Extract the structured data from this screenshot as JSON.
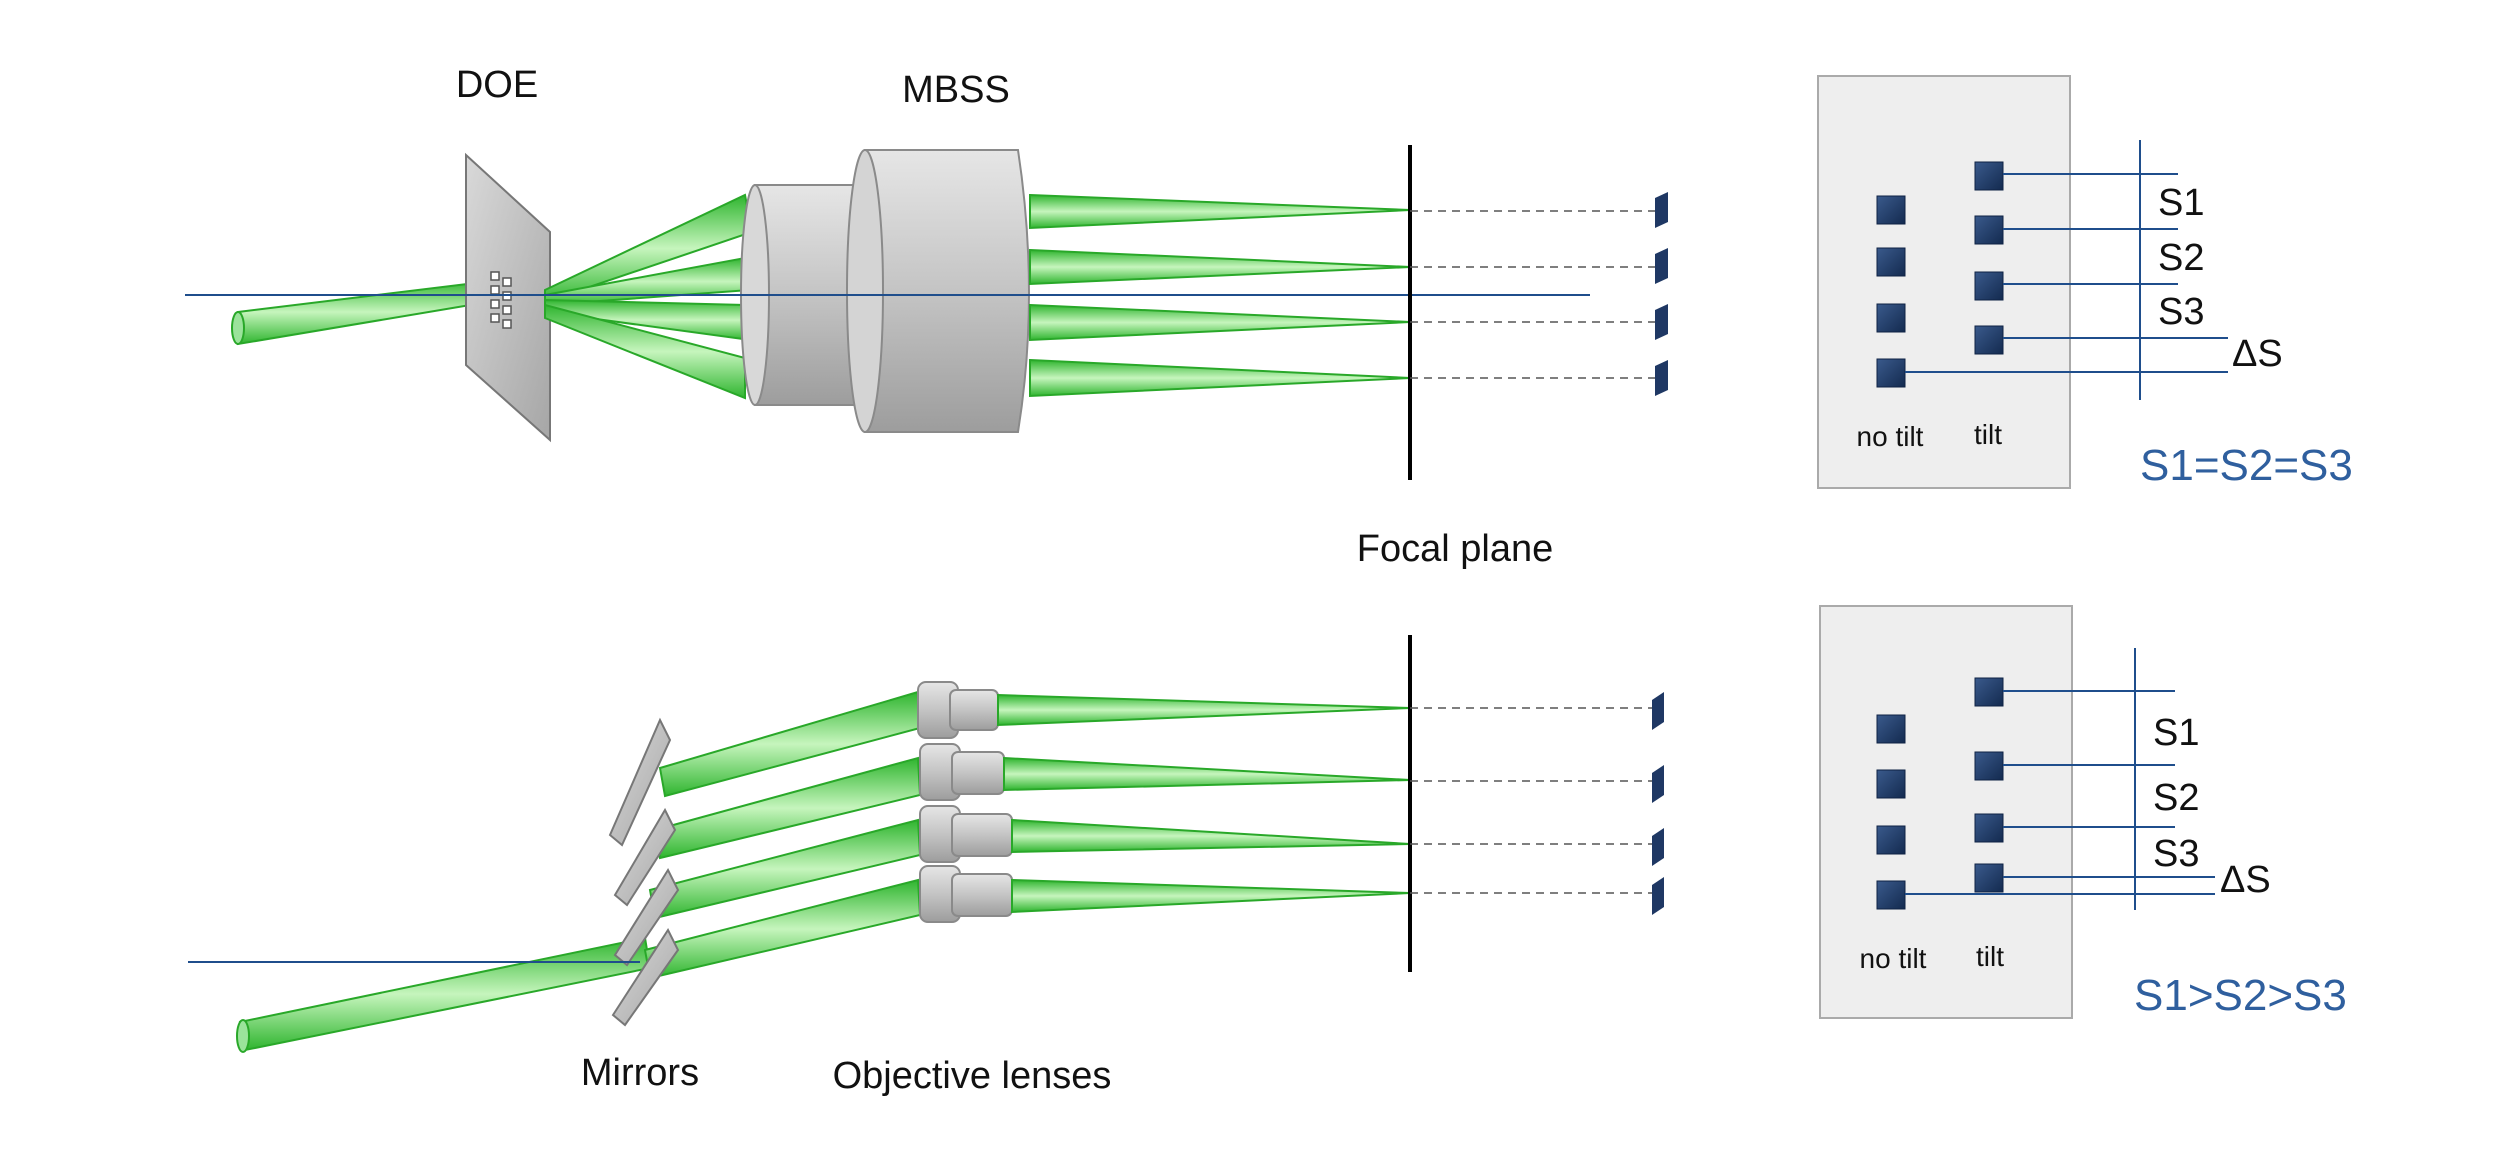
{
  "labels": {
    "doe": "DOE",
    "mbss": "MBSS",
    "focal_plane": "Focal plane",
    "mirrors": "Mirrors",
    "objective_lenses": "Objective lenses"
  },
  "panel_top": {
    "no_tilt": "no tilt",
    "tilt": "tilt",
    "s1": "S1",
    "s2": "S2",
    "s3": "S3",
    "delta_s": "ΔS",
    "relation": "S1=S2=S3"
  },
  "panel_bottom": {
    "no_tilt": "no tilt",
    "tilt": "tilt",
    "s1": "S1",
    "s2": "S2",
    "s3": "S3",
    "delta_s": "ΔS",
    "relation": "S1>S2>S3"
  },
  "colors": {
    "beam": "#3ec43e",
    "beam_light": "#b8f0b0",
    "optical_axis": "#1f4e8c",
    "sensor_square": "#1f3864",
    "panel_fill": "#eeeeee",
    "panel_stroke": "#aaaaaa",
    "relation_text": "#2f5f9e",
    "lens_gray": "#c8c8c8"
  }
}
